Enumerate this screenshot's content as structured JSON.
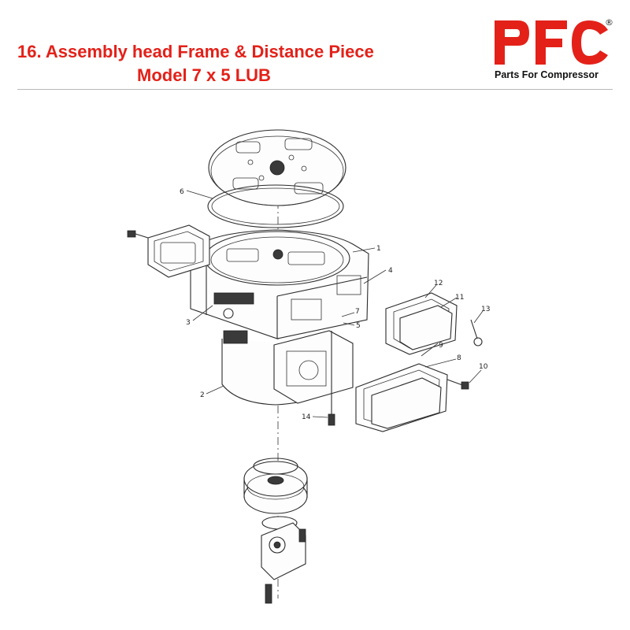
{
  "header": {
    "title_line1": "16. Assembly head Frame & Distance Piece",
    "title_line2": "Model 7 x 5 LUB"
  },
  "logo": {
    "brand": "PFC",
    "registered": "®",
    "tagline": "Parts For Compressor"
  },
  "colors": {
    "title": "#e32119",
    "logo": "#e32119",
    "line_art": "#2b2b2b"
  },
  "diagram": {
    "callouts": [
      "1",
      "2",
      "3",
      "4",
      "5",
      "6",
      "7",
      "8",
      "9",
      "10",
      "11",
      "12",
      "13",
      "14"
    ]
  }
}
